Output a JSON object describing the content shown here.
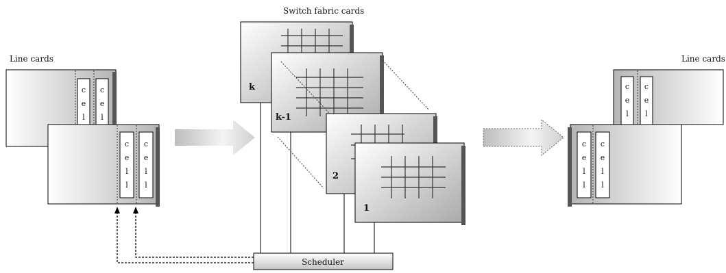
{
  "labels": {
    "switch_fabric": "Switch fabric cards",
    "line_cards_left": "Line cards",
    "line_cards_right": "Line cards",
    "scheduler": "Scheduler"
  },
  "cell_word": "cell",
  "fabric_cards": [
    {
      "label": "k"
    },
    {
      "label": "k-1"
    },
    {
      "label": "2"
    },
    {
      "label": "1"
    }
  ],
  "colors": {
    "card_gradient_light": "#ffffff",
    "card_gradient_dark": "#b8b8b8",
    "arrow_gradient_dark": "#c8c8c8",
    "outline": "#000000"
  }
}
